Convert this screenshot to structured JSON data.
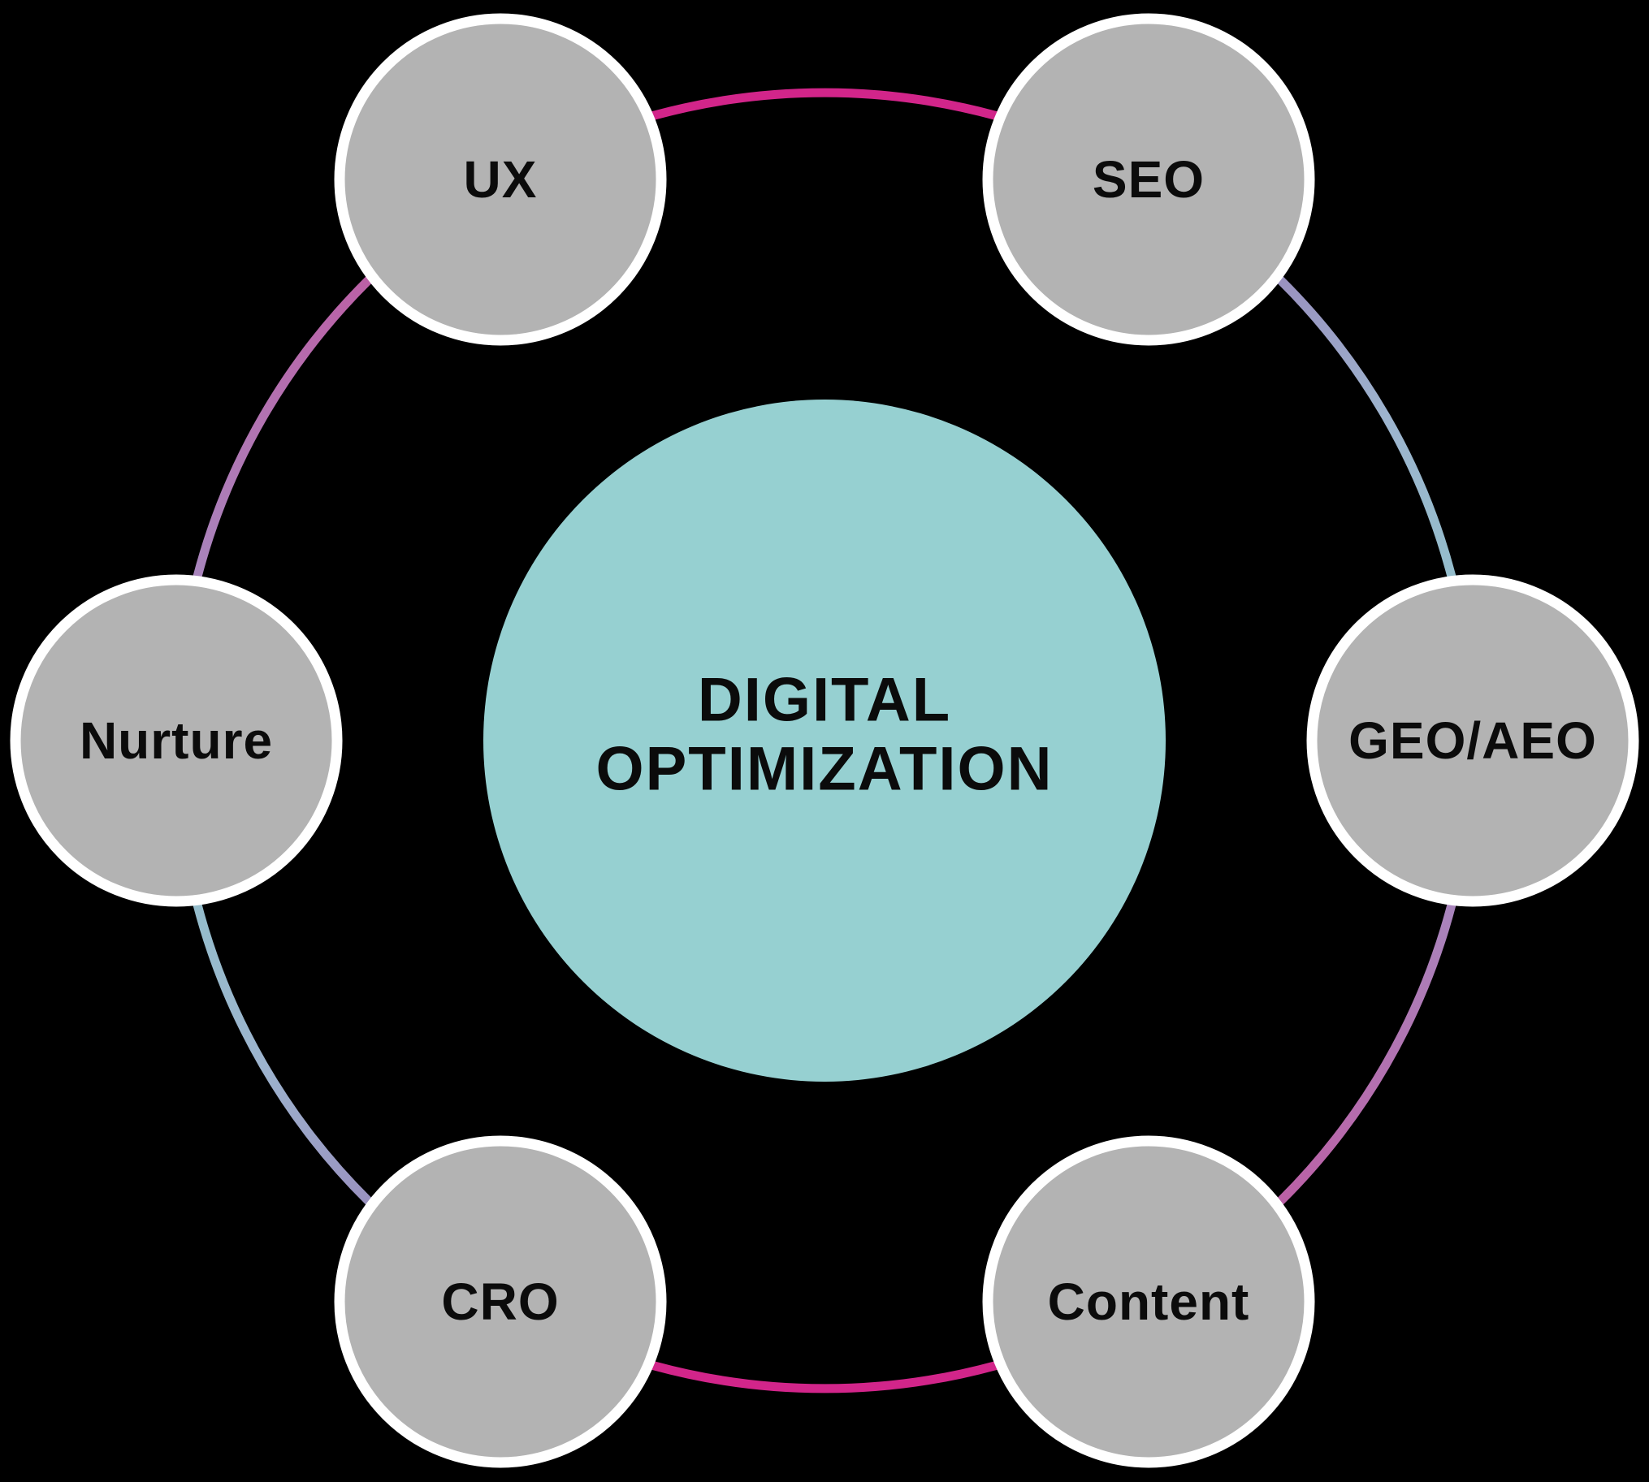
{
  "diagram": {
    "title": {
      "line1": "DIGITAL",
      "line2": "OPTIMIZATION"
    },
    "nodes": [
      {
        "id": "ux",
        "label": "UX"
      },
      {
        "id": "seo",
        "label": "SEO"
      },
      {
        "id": "geo-aeo",
        "label": "GEO/AEO"
      },
      {
        "id": "content",
        "label": "Content"
      },
      {
        "id": "cro",
        "label": "CRO"
      },
      {
        "id": "nurture",
        "label": "Nurture"
      }
    ],
    "colors": {
      "background": "#000000",
      "center_fill": "#96d0d1",
      "node_fill": "#b3b3b3",
      "node_border": "#ffffff",
      "text": "#0b0b0b",
      "ring_magenta": "#d2258a",
      "ring_purple": "#9673b2",
      "ring_blue": "#9db4ce",
      "ring_teal": "#8dc5c9",
      "ring_lavender": "#a095c6",
      "ring_pink": "#c4509c"
    }
  }
}
